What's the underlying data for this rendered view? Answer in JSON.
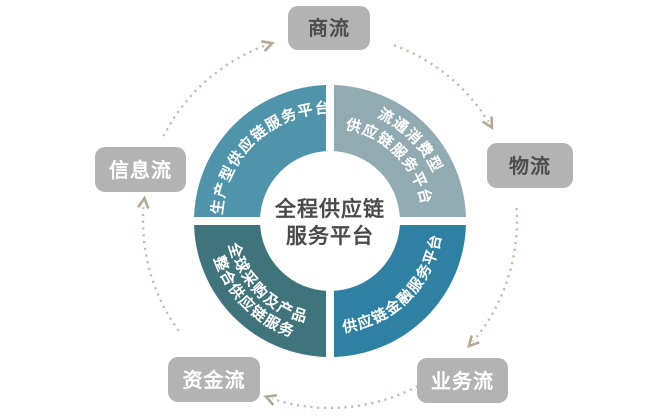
{
  "diagram_title": "全程供应链服务平台",
  "colors": {
    "background": "#ffffff",
    "segment_text": "#ffffff",
    "center_text": "#4a4a4a",
    "node_bg": "#b3b3b3",
    "node_text_dark": "#4d4d4d",
    "node_text_light": "#ffffff",
    "ring_dots": "#c6bcab",
    "ring_arrows": "#b3a896"
  },
  "center_label": {
    "line1": "全程供应链",
    "line2": "服务平台"
  },
  "donut": {
    "segments": [
      {
        "id": "production",
        "position": "top-left",
        "color": "#4f94aa",
        "lines": [
          "生产型供应链服务平台"
        ]
      },
      {
        "id": "circulation",
        "position": "top-right",
        "color": "#92aab2",
        "lines": [
          "流通消费型",
          "供应链服务平台"
        ]
      },
      {
        "id": "finance",
        "position": "bottom-right",
        "color": "#2e81a2",
        "lines": [
          "供应链金融服务平台"
        ]
      },
      {
        "id": "procurement",
        "position": "bottom-left",
        "color": "#3f747c",
        "lines": [
          "全球采购及产品",
          "整合供应链服务"
        ]
      }
    ]
  },
  "flow_nodes": [
    {
      "id": "merchandise-flow",
      "label": "商流",
      "position": "top",
      "text_color": "#4d4d4d"
    },
    {
      "id": "logistics-flow",
      "label": "物流",
      "position": "right",
      "text_color": "#4d4d4d"
    },
    {
      "id": "business-flow",
      "label": "业务流",
      "position": "bottom-right",
      "text_color": "#ffffff"
    },
    {
      "id": "capital-flow",
      "label": "资金流",
      "position": "bottom-left",
      "text_color": "#ffffff"
    },
    {
      "id": "information-flow",
      "label": "信息流",
      "position": "left",
      "text_color": "#ffffff"
    }
  ],
  "flow_direction": "clockwise"
}
